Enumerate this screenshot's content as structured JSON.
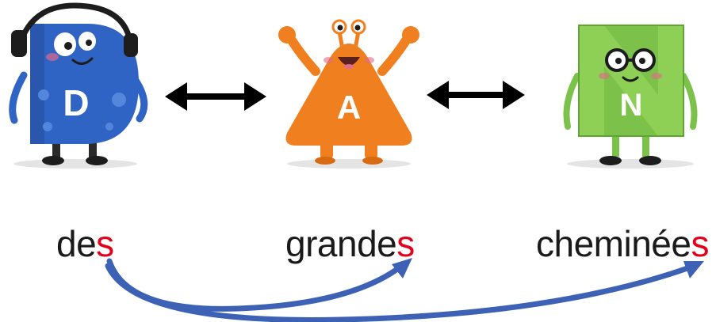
{
  "characters": [
    {
      "letter": "D",
      "color": "#2f63c4",
      "icon": "monster-d-with-headphones"
    },
    {
      "letter": "A",
      "color": "#f07f1f",
      "icon": "monster-a-triangle"
    },
    {
      "letter": "N",
      "color": "#7cc24a",
      "icon": "monster-n-with-glasses"
    }
  ],
  "words": [
    {
      "stem": "de",
      "ending": "s"
    },
    {
      "stem": "grande",
      "ending": "s"
    },
    {
      "stem": "cheminée",
      "ending": "s"
    }
  ],
  "colors": {
    "text": "#1a1a1a",
    "ending": "#e3001b",
    "agreement_arrow": "#3d62b5",
    "link_arrow": "#000000"
  },
  "icons": {
    "link_arrow": "double-headed-arrow-icon",
    "agreement_arrow": "curved-arrow-icon"
  }
}
